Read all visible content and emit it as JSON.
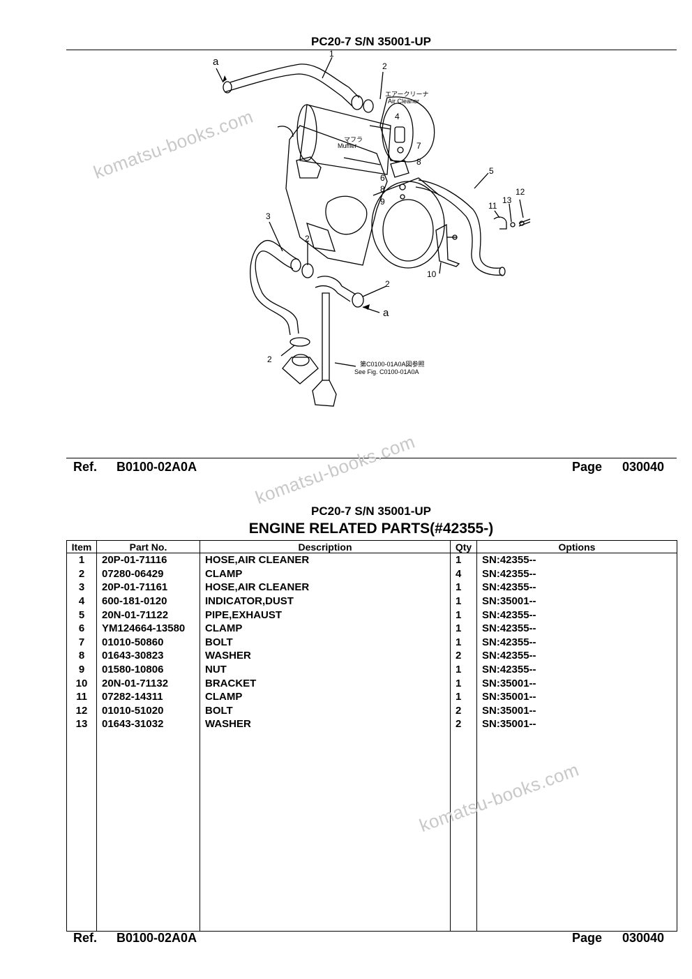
{
  "top": {
    "model": "PC20-7 S/N 35001-UP",
    "ref_label": "Ref.",
    "ref_code": "B0100-02A0A",
    "page_label": "Page",
    "page_no": "030040"
  },
  "diagram": {
    "callouts": [
      "1",
      "2",
      "2",
      "2",
      "2",
      "3",
      "4",
      "5",
      "6",
      "7",
      "8",
      "8",
      "9",
      "10",
      "11",
      "12",
      "13",
      "a",
      "a"
    ],
    "air_cleaner_jp": "エアークリーナ",
    "air_cleaner": "Air Cleaner",
    "muffler_jp": "マフラ",
    "muffler": "Muffler",
    "see_fig_jp": "第C0100-01A0A図参照",
    "see_fig": "See Fig. C0100-01A0A"
  },
  "bottom": {
    "model": "PC20-7 S/N 35001-UP",
    "title": "ENGINE RELATED PARTS(#42355-)",
    "columns": [
      "Item",
      "Part No.",
      "Description",
      "Qty",
      "Options"
    ],
    "rows": [
      [
        "1",
        "20P-01-71116",
        "HOSE,AIR CLEANER",
        "1",
        "SN:42355--"
      ],
      [
        "2",
        "07280-06429",
        "CLAMP",
        "4",
        "SN:42355--"
      ],
      [
        "3",
        "20P-01-71161",
        "HOSE,AIR CLEANER",
        "1",
        "SN:42355--"
      ],
      [
        "4",
        "600-181-0120",
        "INDICATOR,DUST",
        "1",
        "SN:35001--"
      ],
      [
        "5",
        "20N-01-71122",
        "PIPE,EXHAUST",
        "1",
        "SN:42355--"
      ],
      [
        "6",
        "YM124664-13580",
        "CLAMP",
        "1",
        "SN:42355--"
      ],
      [
        "7",
        "01010-50860",
        "BOLT",
        "1",
        "SN:42355--"
      ],
      [
        "8",
        "01643-30823",
        "WASHER",
        "2",
        "SN:42355--"
      ],
      [
        "9",
        "01580-10806",
        "NUT",
        "1",
        "SN:42355--"
      ],
      [
        "10",
        "20N-01-71132",
        "BRACKET",
        "1",
        "SN:35001--"
      ],
      [
        "11",
        "07282-14311",
        "CLAMP",
        "1",
        "SN:35001--"
      ],
      [
        "12",
        "01010-51020",
        "BOLT",
        "2",
        "SN:35001--"
      ],
      [
        "13",
        "01643-31032",
        "WASHER",
        "2",
        "SN:35001--"
      ]
    ],
    "ref_label": "Ref.",
    "ref_code": "B0100-02A0A",
    "page_label": "Page",
    "page_no": "030040"
  },
  "watermark": "komatsu-books.com"
}
